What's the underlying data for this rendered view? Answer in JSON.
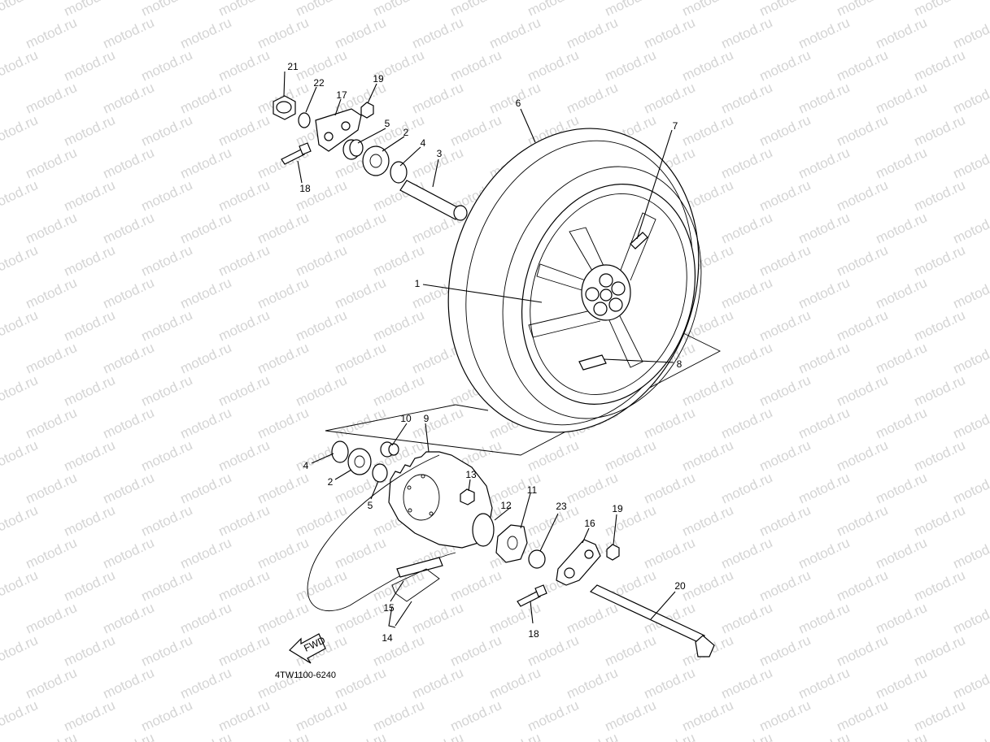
{
  "watermark": "motod.ru",
  "drawing_code": "4TW1100-6240",
  "fwd_label": "FWD",
  "callouts": {
    "c1": "1",
    "c2a": "2",
    "c2b": "2",
    "c3": "3",
    "c4a": "4",
    "c4b": "4",
    "c5a": "5",
    "c5b": "5",
    "c6": "6",
    "c7": "7",
    "c8": "8",
    "c9": "9",
    "c10": "10",
    "c11": "11",
    "c12": "12",
    "c13": "13",
    "c14": "14",
    "c15": "15",
    "c16": "16",
    "c17": "17",
    "c18a": "18",
    "c18b": "18",
    "c19a": "19",
    "c19b": "19",
    "c20": "20",
    "c21": "21",
    "c22": "22",
    "c23": "23"
  }
}
